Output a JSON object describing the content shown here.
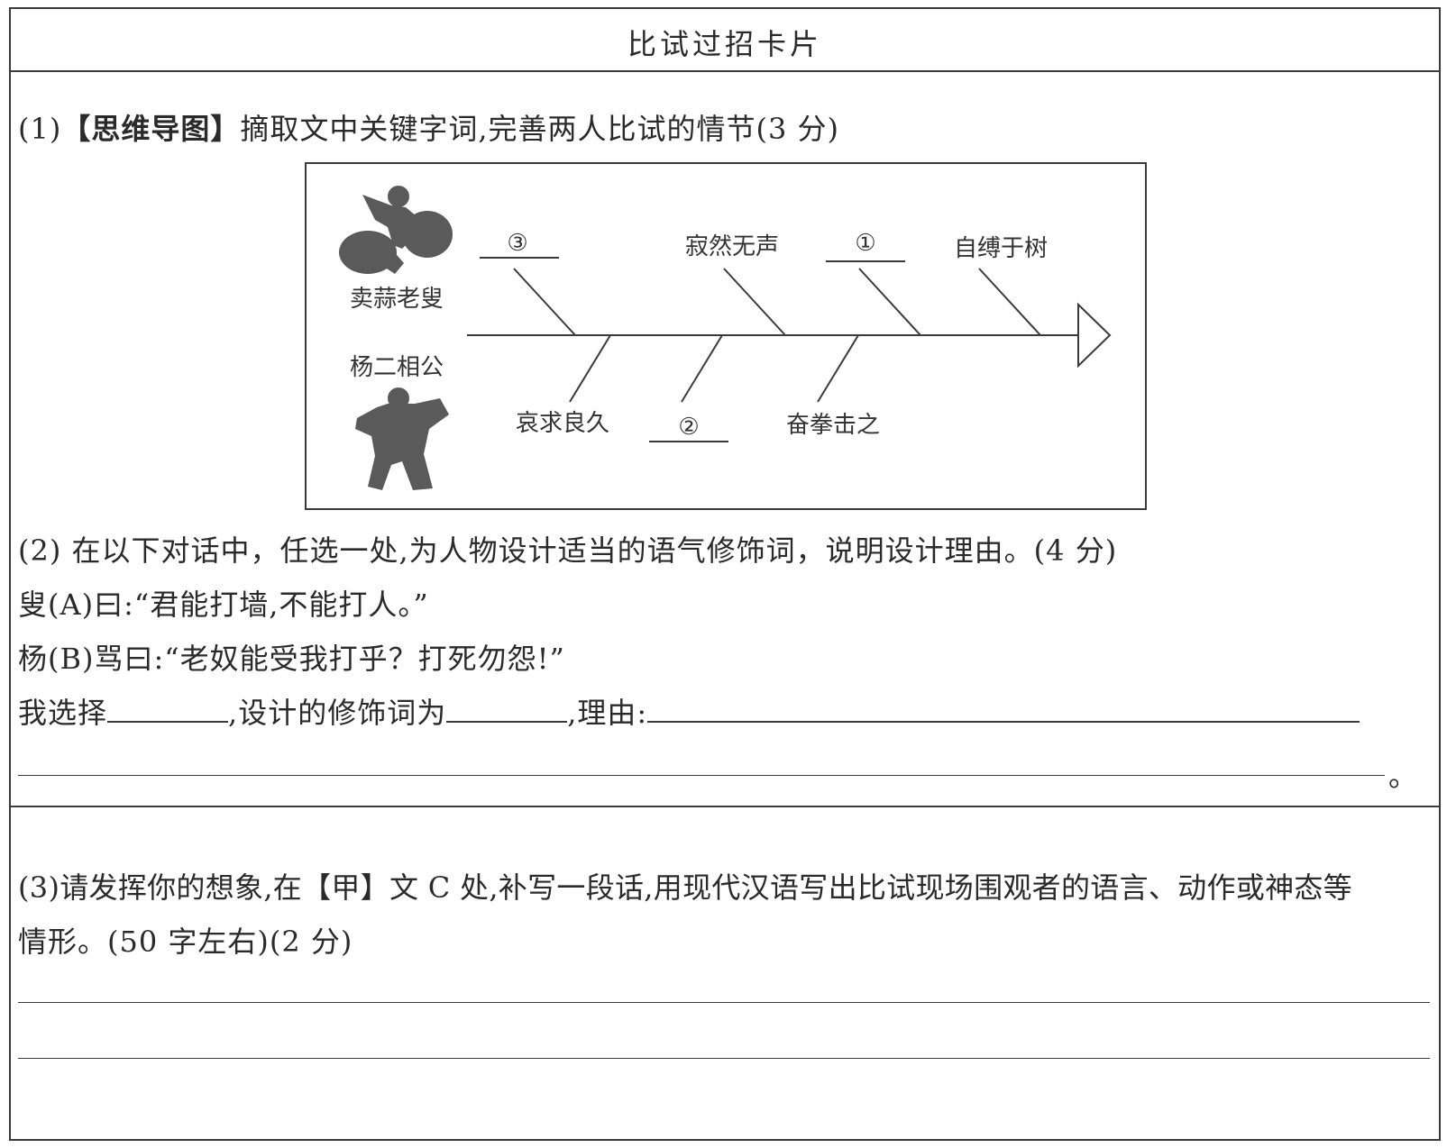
{
  "card": {
    "title": "比试过招卡片"
  },
  "q1": {
    "number": "(1)",
    "tag": "【思维导图】",
    "text": "摘取文中关键字词,完善两人比试的情节(3 分)"
  },
  "diagram": {
    "characters": {
      "top": "卖蒜老叟",
      "bottom": "杨二相公"
    },
    "top_labels": [
      "③",
      "寂然无声",
      "①",
      "自缚于树"
    ],
    "bottom_labels": [
      "哀求良久",
      "②",
      "奋拳击之"
    ],
    "icons": [
      "old-man-silhouette-icon",
      "fighter-silhouette-icon",
      "arrow-head-icon"
    ]
  },
  "q2": {
    "line1": "(2) 在以下对话中，任选一处,为人物设计适当的语气修饰词，说明设计理由。(4 分)",
    "line2": "叟(A)曰:“君能打墙,不能打人。”",
    "line3": "杨(B)骂曰:“老奴能受我打乎？打死勿怨!”",
    "answer_prefix": "我选择",
    "answer_mid": ",设计的修饰词为",
    "answer_reason": ",理由:",
    "end_mark": "。"
  },
  "q3": {
    "line1": "(3)请发挥你的想象,在【甲】文 C 处,补写一段话,用现代汉语写出比试现场围观者的语言、动作或神态等",
    "line2": "情形。(50 字左右)(2 分)"
  }
}
